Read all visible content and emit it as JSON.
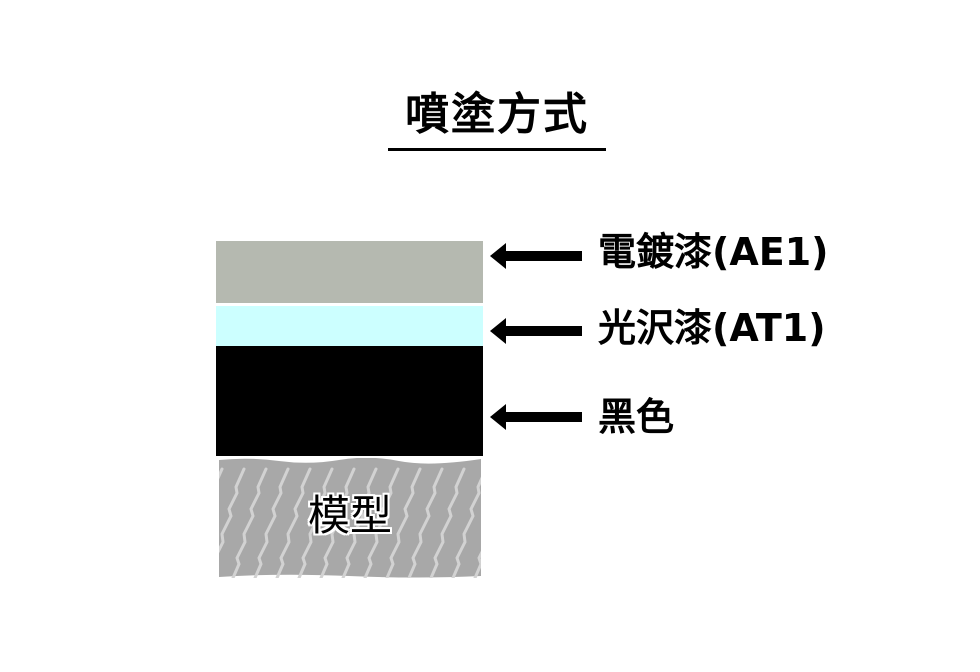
{
  "title": "噴塗方式",
  "layers": [
    {
      "label": "電鍍漆(AE1)",
      "color": "#B5B9B0"
    },
    {
      "label": "光沢漆(AT1)",
      "color": "#CCFFFF"
    },
    {
      "label": "黑色",
      "color": "#000000"
    }
  ],
  "substrate": {
    "label": "模型",
    "color": "#A8A8A8",
    "streak_color": "#D2D2D2"
  }
}
